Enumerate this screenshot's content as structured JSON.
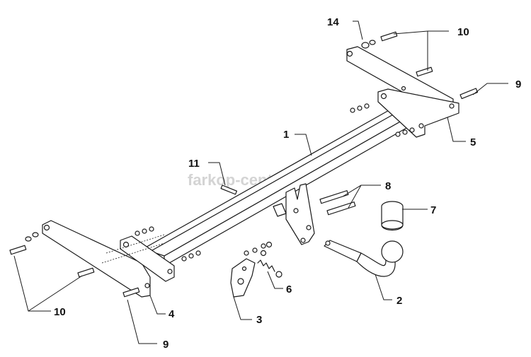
{
  "watermark": "farkop-center.ru",
  "callouts": {
    "c1": "1",
    "c2": "2",
    "c3": "3",
    "c4": "4",
    "c5": "5",
    "c6": "6",
    "c7": "7",
    "c8": "8",
    "c9_right": "9",
    "c9_bottom": "9",
    "c10_top": "10",
    "c10_bottom": "10",
    "c11": "11",
    "c14": "14"
  }
}
